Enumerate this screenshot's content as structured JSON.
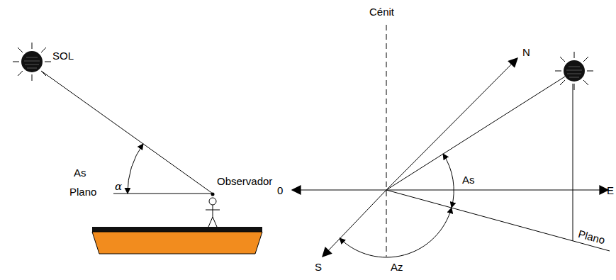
{
  "diagram": {
    "labels": [
      "SOL",
      "As",
      "α",
      "Plano",
      "Observador",
      "Cénit",
      "N",
      "0",
      "As",
      "E",
      "Plano",
      "S",
      "Az"
    ]
  }
}
